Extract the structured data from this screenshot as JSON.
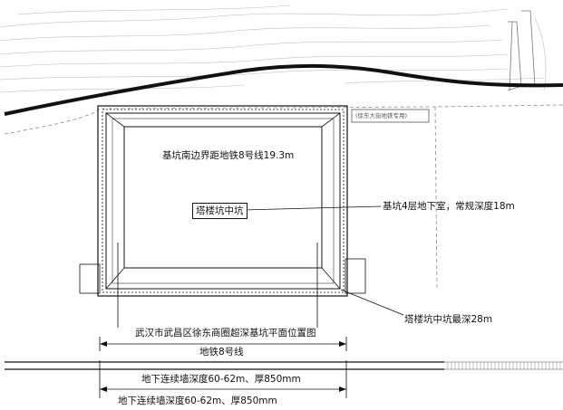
{
  "labels": {
    "south_boundary": "基坑南边界距地铁8号线19.3m",
    "tower_pit": "塔楼坑中坑",
    "basement": "基坑4层地下室，常规深度18m",
    "tower_pit_depth": "塔楼坑中坑最深28m",
    "plan_title": "武汉市武昌区徐东商圈超深基坑平面位置图",
    "metro_line": "地铁8号线",
    "wall_depth_1": "地下连续墙深度60-62m、厚850mm",
    "wall_depth_2": "地下连续墙深度60-62m、厚850mm",
    "site_tag": "(徐东大街地铁专用)"
  },
  "colors": {
    "line": "#111111",
    "faint": "#b5b5b5",
    "dash": "#8a8a8a"
  }
}
